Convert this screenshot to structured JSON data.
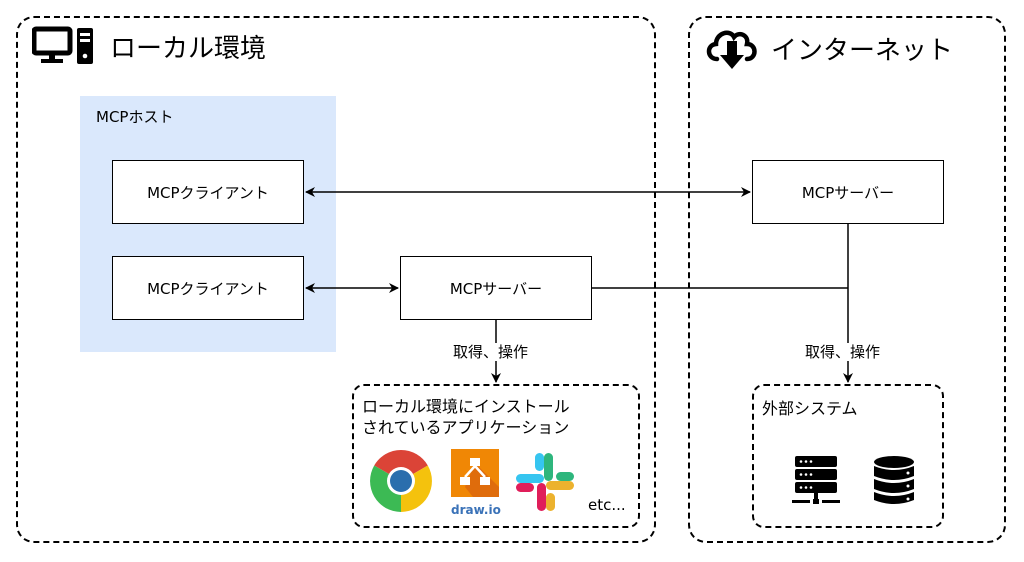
{
  "local_env": {
    "title": "ローカル環境",
    "icon": "desktop-computer-icon",
    "mcp_host": {
      "label": "MCPホスト",
      "clients": [
        "MCPクライアント",
        "MCPクライアント"
      ]
    },
    "mcp_server": "MCPサーバー",
    "edge_label": "取得、操作",
    "apps": {
      "title_line1": "ローカル環境にインストール",
      "title_line2": "されているアプリケーション",
      "items": [
        "chrome-icon",
        "drawio-icon",
        "slack-icon"
      ],
      "drawio_text": "draw.io",
      "etc": "etc..."
    }
  },
  "internet": {
    "title": "インターネット",
    "icon": "cloud-download-icon",
    "mcp_server": "MCPサーバー",
    "edge_label": "取得、操作",
    "external": {
      "title": "外部システム",
      "items": [
        "server-icon",
        "database-icon"
      ]
    }
  },
  "colors": {
    "host_bg": "#dae8fc",
    "chrome_red": "#db4437",
    "chrome_green": "#0f9d58",
    "chrome_yellow": "#f4b400",
    "chrome_blue": "#2a6ead",
    "drawio_orange": "#f08705",
    "drawio_blue": "#3a72b8",
    "slack_blue": "#36c5f0",
    "slack_green": "#2eb67d",
    "slack_red": "#e01e5a",
    "slack_yellow": "#ecb22e"
  }
}
